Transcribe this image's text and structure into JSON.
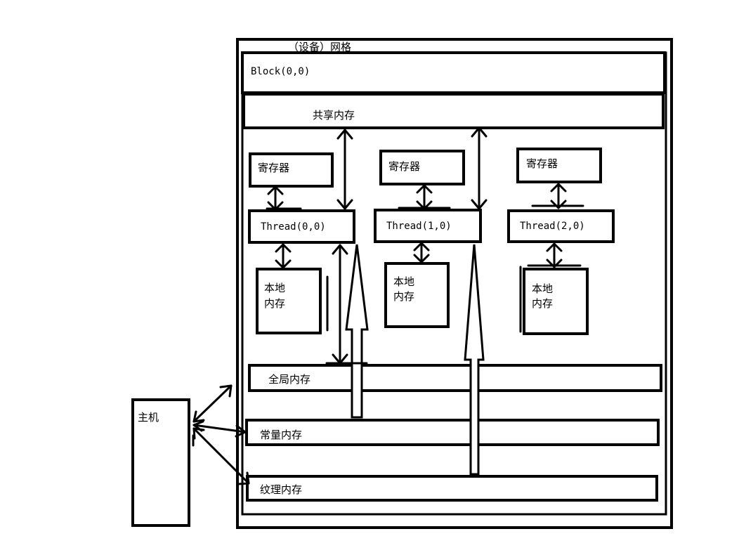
{
  "grid": {
    "title": "（设备）网格"
  },
  "block": {
    "title": "Block(0,0)"
  },
  "shared_memory": {
    "label": "共享内存"
  },
  "threads": [
    {
      "register_label": "寄存器",
      "thread_label": "Thread(0,0)",
      "local_label_1": "本地",
      "local_label_2": "内存"
    },
    {
      "register_label": "寄存器",
      "thread_label": "Thread(1,0)",
      "local_label_1": "本地",
      "local_label_2": "内存"
    },
    {
      "register_label": "寄存器",
      "thread_label": "Thread(2,0)",
      "local_label_1": "本地",
      "local_label_2": "内存"
    }
  ],
  "global_memory": {
    "label": "全局内存"
  },
  "constant_memory": {
    "label": "常量内存"
  },
  "texture_memory": {
    "label": "纹理内存"
  },
  "host": {
    "label": "主机"
  }
}
